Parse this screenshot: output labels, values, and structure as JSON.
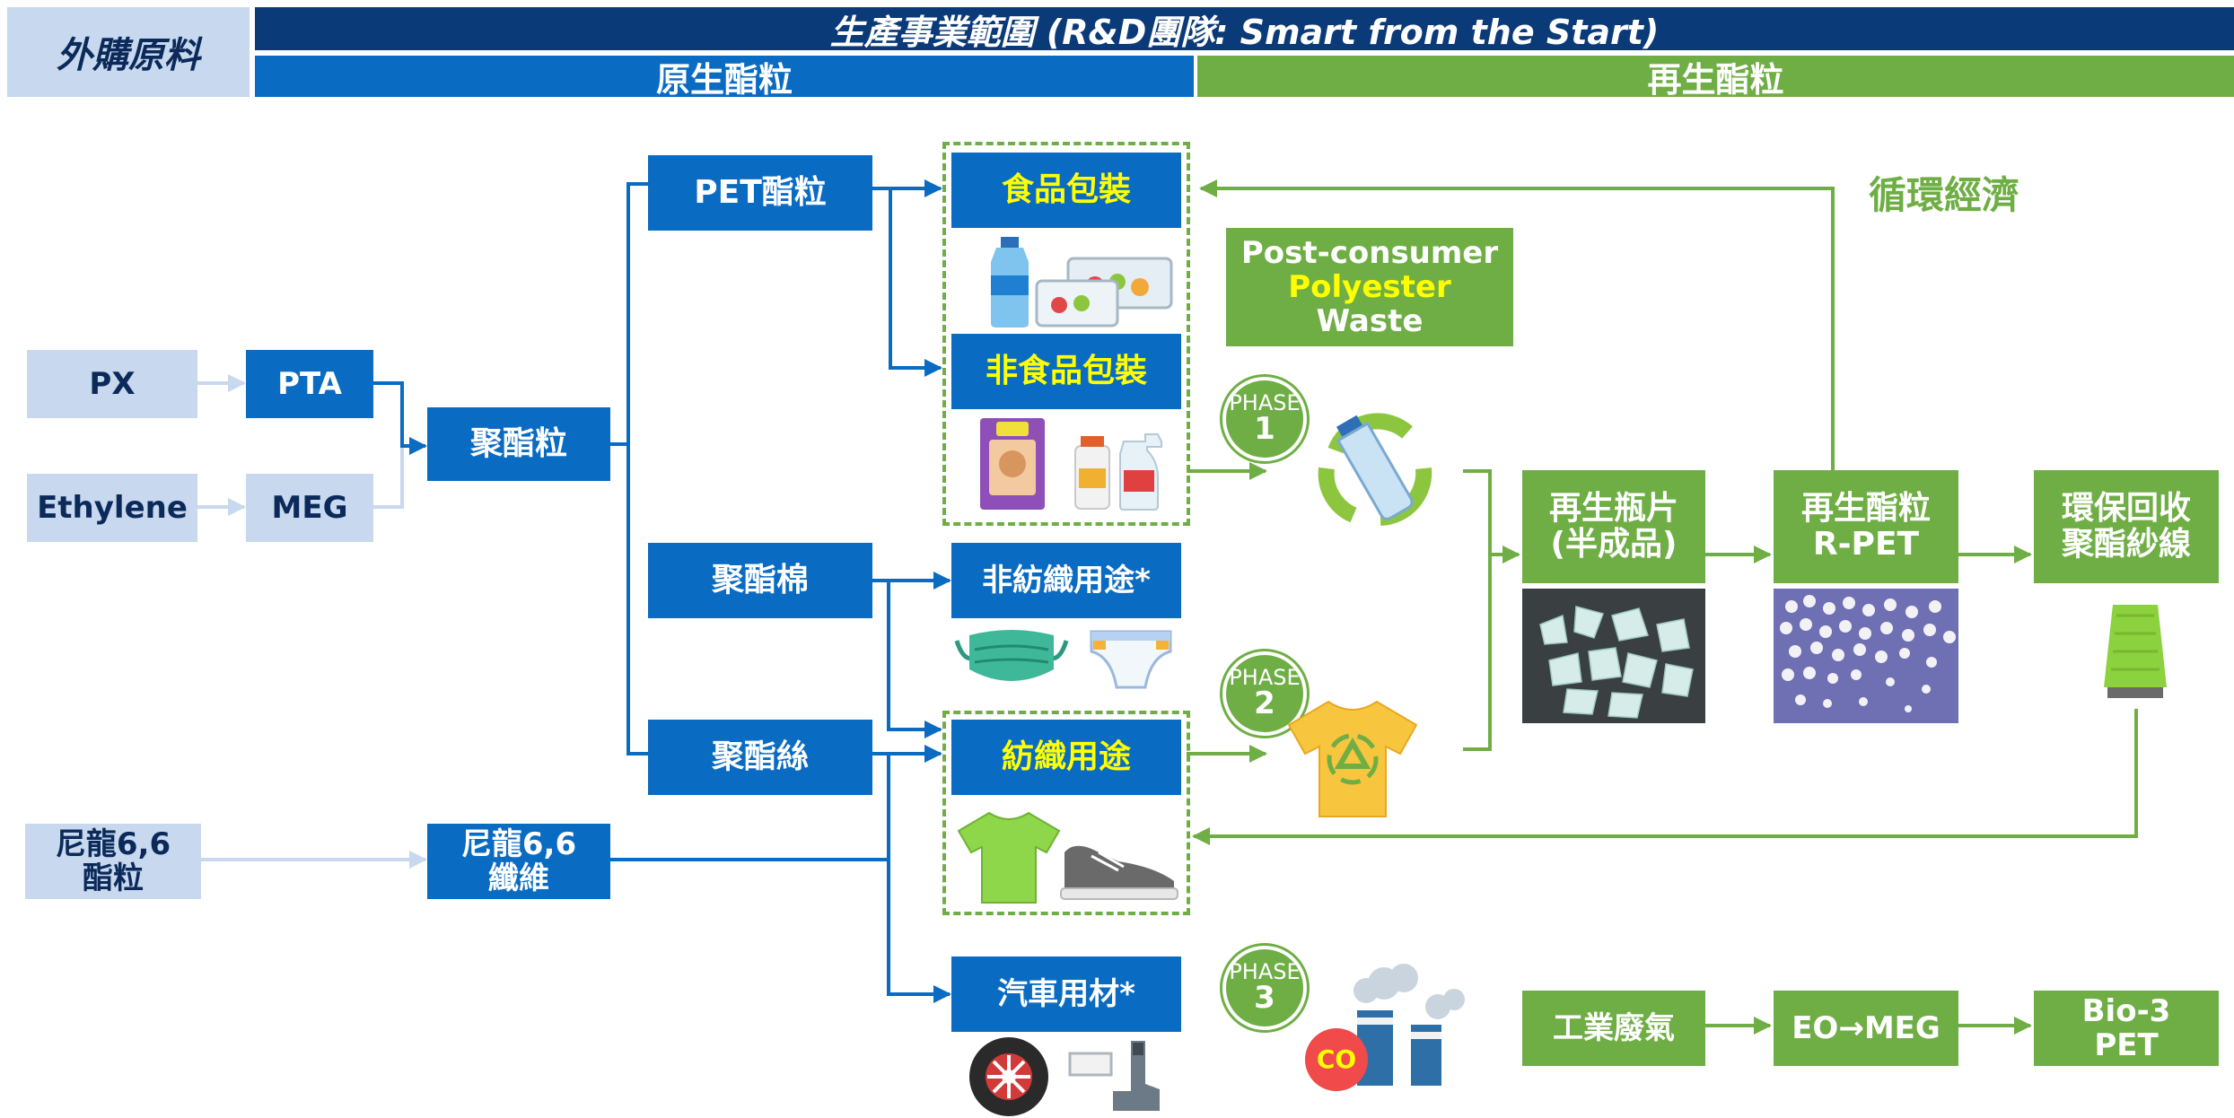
{
  "header": {
    "outsourced": "外購原料",
    "scope": "生產事業範圍 (R&D團隊: Smart from the Start)",
    "virgin": "原生酯粒",
    "recycled": "再生酯粒"
  },
  "raw": {
    "px": "PX",
    "ethylene": "Ethylene",
    "pta": "PTA",
    "meg": "MEG",
    "polyester_chip": "聚酯粒",
    "nylon_chip_1": "尼龍6,6",
    "nylon_chip_2": "酯粒",
    "nylon_fiber_1": "尼龍6,6",
    "nylon_fiber_2": "纖維"
  },
  "products": {
    "pet_chip": "PET酯粒",
    "staple": "聚酯棉",
    "filament": "聚酯絲"
  },
  "applications": {
    "food": "食品包裝",
    "nonfood": "非食品包裝",
    "nonwoven": "非紡織用途*",
    "textile": "紡織用途",
    "auto": "汽車用材*"
  },
  "circular": {
    "label": "循環經濟",
    "waste_1": "Post-consumer",
    "waste_2": "Polyester",
    "waste_3": "Waste",
    "flakes_1": "再生瓶片",
    "flakes_2": "(半成品)",
    "rpet_1": "再生酯粒",
    "rpet_2": "R-PET",
    "yarn_1": "環保回收",
    "yarn_2": "聚酯紗線",
    "gas": "工業廢氣",
    "eo_meg": "EO→MEG",
    "bio_1": "Bio-3",
    "bio_2": "PET",
    "co": "CO"
  },
  "phases": [
    {
      "label": "PHASE",
      "num": "1"
    },
    {
      "label": "PHASE",
      "num": "2"
    },
    {
      "label": "PHASE",
      "num": "3"
    }
  ],
  "colors": {
    "navy": "#0b3a78",
    "blue": "#0a6bc3",
    "light_blue": "#c7d8ef",
    "green": "#6fae45",
    "yellow": "#ffff00"
  }
}
